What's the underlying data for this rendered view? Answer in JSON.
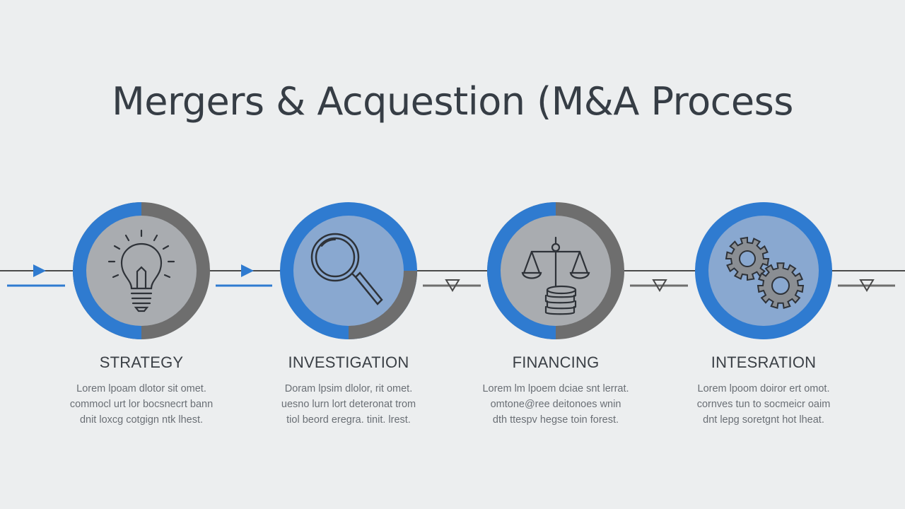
{
  "title": "Mergers & Acquestion (M&A Process",
  "colors": {
    "background": "#eceeef",
    "accent_blue": "#2f7bd0",
    "ring_gray": "#6e6e6e",
    "inner_gray": "#a9acb0",
    "inner_blue": "#89a8d0",
    "line_dark": "#4a4a4a"
  },
  "steps": [
    {
      "label": "STRATEGY",
      "icon": "lightbulb-icon",
      "desc": [
        "Lorem lpoam dlotor sit omet.",
        "commocl urt lor bocsnecrt bann",
        "dnit loxcg cotgign ntk lhest."
      ]
    },
    {
      "label": "INVESTIGATION",
      "icon": "magnifying-glass-icon",
      "desc": [
        "Doram lpsim dlolor, rit omet.",
        "uesno lurn lort deteronat trom",
        "tiol beord eregra. tinit. lrest."
      ]
    },
    {
      "label": "FINANCING",
      "icon": "scales-and-coins-icon",
      "desc": [
        "Lorem lm lpoem dciae snt lerrat.",
        "omtone@ree deitonoes wnin",
        "dth ttespv hegse toin forest."
      ]
    },
    {
      "label": "INTESRATION",
      "icon": "gears-icon",
      "desc": [
        "Lorem lpoom doiror ert omot.",
        "cornves tun to socmeicr oaim",
        "dnt lepg soretgnt hot lheat."
      ]
    }
  ]
}
